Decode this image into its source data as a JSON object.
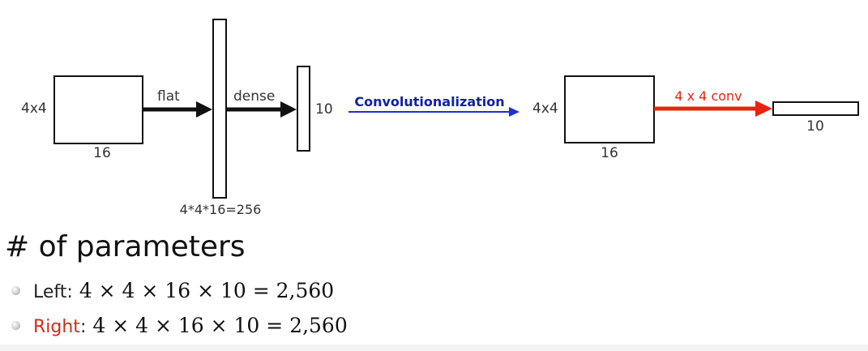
{
  "diagram": {
    "left": {
      "input_side_label": "4x4",
      "input_bottom_label": "16",
      "flat_label": "flat",
      "flat_vector_label": "4*4*16=256",
      "dense_label": "dense",
      "output_label": "10"
    },
    "middle_arrow_label": "Convolutionalization",
    "right": {
      "input_side_label": "4x4",
      "input_bottom_label": "16",
      "conv_label": "4 x 4 conv",
      "output_label": "10"
    },
    "colors": {
      "middle_arrow": "#1a2fd6",
      "middle_label": "#10239e",
      "conv_arrow": "#e8230f",
      "conv_label": "#e8230f"
    }
  },
  "heading": "# of parameters",
  "bullets": [
    {
      "label": "Left",
      "label_color": "#222222",
      "formula": "4 × 4 × 16 × 10 = 2,560"
    },
    {
      "label": "Right",
      "label_color": "#d42a1a",
      "formula": "4 × 4 × 16 × 10 = 2,560"
    }
  ]
}
